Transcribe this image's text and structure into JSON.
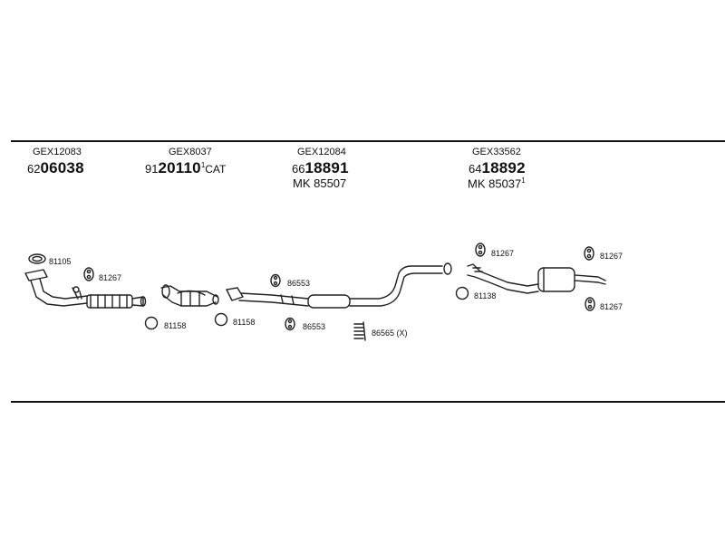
{
  "groups": [
    {
      "gex": "GEX12083",
      "lead": "62",
      "num": "06038",
      "suffix": ""
    },
    {
      "gex": "GEX8037",
      "lead": "91",
      "num": "20110",
      "suffix": "CAT"
    },
    {
      "gex": "GEX12084",
      "lead": "66",
      "num": "18891",
      "mk": "MK 85507"
    },
    {
      "gex": "GEX33562",
      "lead": "64",
      "num": "18892",
      "mk": "MK 85037",
      "mk_mark": "1"
    }
  ],
  "part_labels": {
    "p81105": "81105",
    "p81267_a": "81267",
    "p81158_a": "81158",
    "p81158_b": "81158",
    "p86553_a": "86553",
    "p86553_b": "86553",
    "p86565": "86565 (X)",
    "p81267_b": "81267",
    "p81138": "81138",
    "p81267_c": "81267",
    "p81267_d": "81267"
  }
}
